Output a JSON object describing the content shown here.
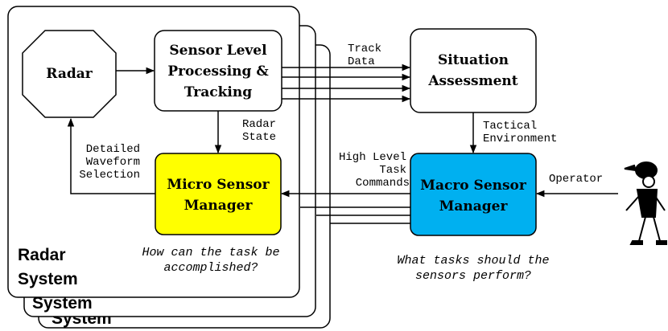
{
  "blocks": {
    "radar": "Radar",
    "sensor_processing": [
      "Sensor Level",
      "Processing &",
      "Tracking"
    ],
    "situation_assessment": [
      "Situation",
      "Assessment"
    ],
    "micro_manager": [
      "Micro Sensor",
      "Manager"
    ],
    "macro_manager": [
      "Macro Sensor",
      "Manager"
    ]
  },
  "labels": {
    "track_data": [
      "Track",
      "Data"
    ],
    "radar_state": [
      "Radar",
      "State"
    ],
    "tactical_environment": [
      "Tactical",
      "Environment"
    ],
    "waveform_selection": [
      "Detailed",
      "Waveform",
      "Selection"
    ],
    "task_commands": [
      "High Level",
      "Task",
      "Commands"
    ],
    "operator": "Operator"
  },
  "system": {
    "front_label": [
      "Radar",
      "System"
    ],
    "back_label_1": "System",
    "back_label_2": "System"
  },
  "questions": {
    "micro": [
      "How can the task be",
      "accomplished?"
    ],
    "macro": [
      "What tasks should the",
      "sensors perform?"
    ]
  },
  "colors": {
    "micro_fill": "#ffff00",
    "macro_fill": "#00b0f0",
    "line": "#000000"
  }
}
